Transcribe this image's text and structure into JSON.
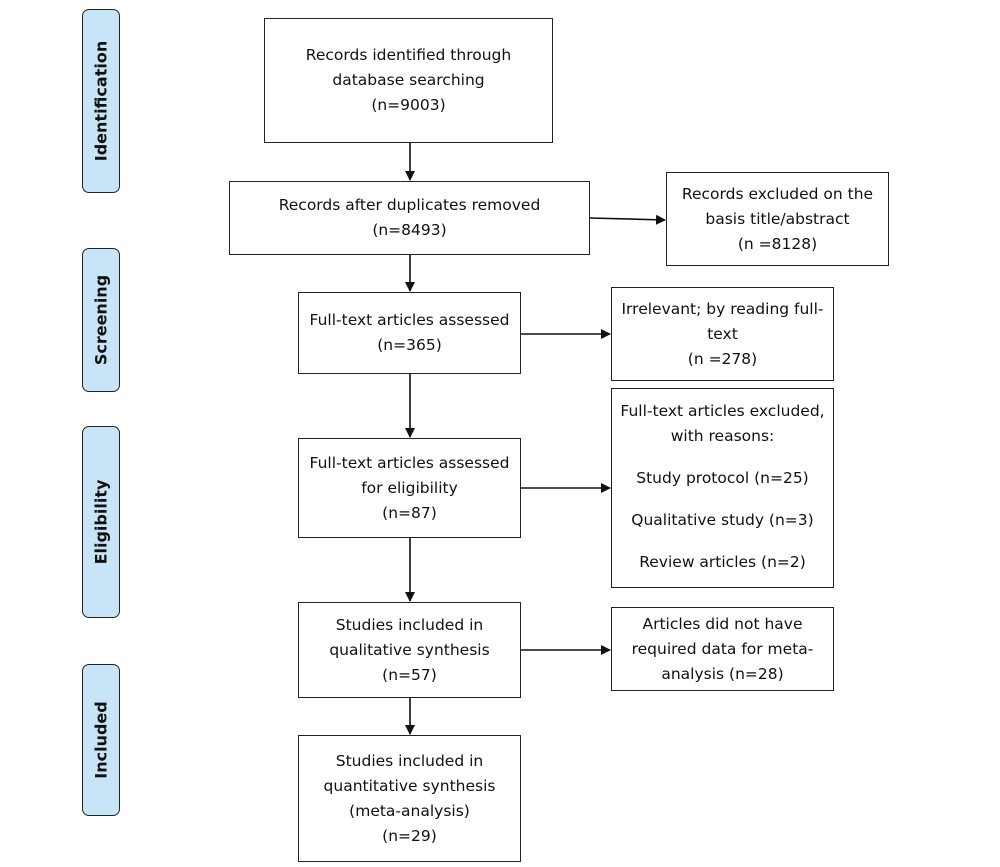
{
  "phases": {
    "identification": "Identification",
    "screening": "Screening",
    "eligibility": "Eligibility",
    "included": "Included"
  },
  "boxes": {
    "identified": {
      "line1": "Records identified through",
      "line2": "database searching",
      "line3": "(n=9003)"
    },
    "after_duplicates": {
      "line1": "Records after duplicates removed",
      "line2": "(n=8493)"
    },
    "excluded_title": {
      "line1": "Records excluded on the",
      "line2": "basis title/abstract",
      "line3": "(n =8128)"
    },
    "fulltext_assessed": {
      "line1": "Full-text articles assessed",
      "line2": "(n=365)"
    },
    "irrelevant": {
      "line1": "Irrelevant; by reading full-",
      "line2": "text",
      "line3": "(n =278)"
    },
    "eligibility_assessed": {
      "line1": "Full-text articles assessed",
      "line2": "for eligibility",
      "line3": "(n=87)"
    },
    "excluded_reasons": {
      "line1": "Full-text articles excluded,",
      "line2": "with reasons:",
      "reason1": "Study protocol (n=25)",
      "reason2": "Qualitative study (n=3)",
      "reason3": "Review articles (n=2)"
    },
    "qualitative": {
      "line1": "Studies included in",
      "line2": "qualitative synthesis",
      "line3": "(n=57)"
    },
    "no_data": {
      "line1": "Articles did not have",
      "line2": "required data for meta-",
      "line3": "analysis (n=28)"
    },
    "quantitative": {
      "line1": "Studies included in",
      "line2": "quantitative synthesis",
      "line3": "(meta-analysis)",
      "line4": "(n=29)"
    }
  },
  "colors": {
    "phase_fill": "#c7e5f7",
    "border": "#222222"
  }
}
